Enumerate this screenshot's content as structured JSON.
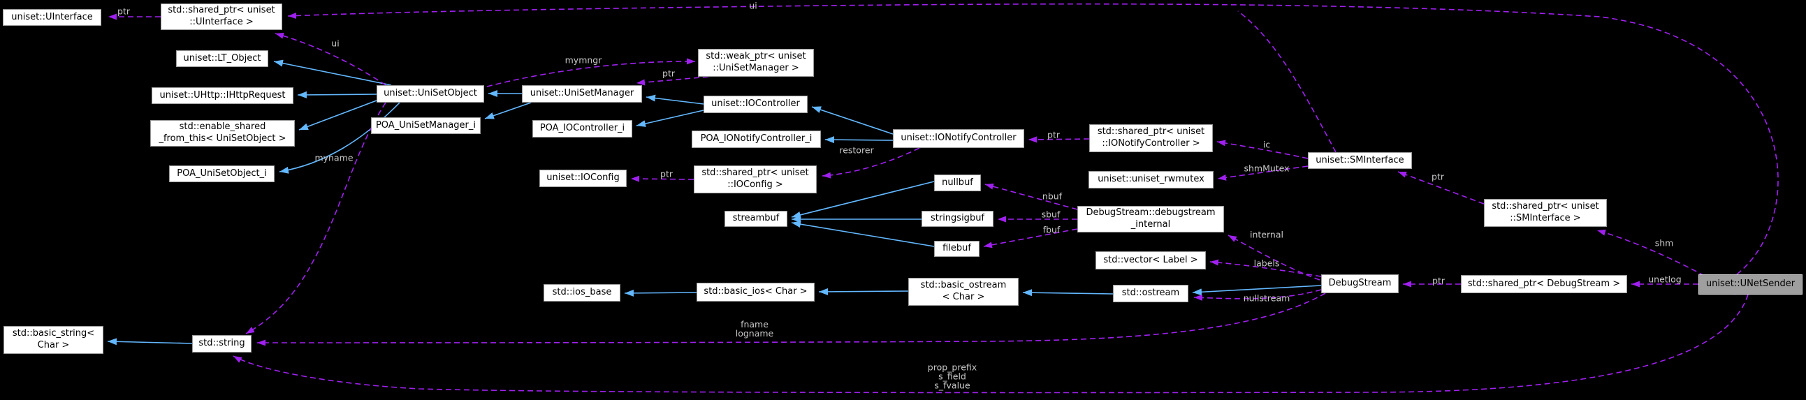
{
  "diagram": {
    "type": "doxygen-collaboration-graph",
    "highlight_node": "uniset::UNetSender",
    "colors": {
      "background": "#000000",
      "node_fill": "#ffffff",
      "node_border": "#9a9a9a",
      "node_text": "#000000",
      "highlight_fill": "#9f9f9f",
      "inheritance_arrow": "#63b8ff",
      "usage_arrow": "#a020f0",
      "edge_label_text": "#c8c8c8"
    },
    "nodes": [
      {
        "id": "uinterface",
        "label": "uniset::UInterface",
        "highlighted": false
      },
      {
        "id": "sp_uinterface",
        "label": "std::shared_ptr< uniset\n::UInterface >",
        "highlighted": false
      },
      {
        "id": "lt_object",
        "label": "uniset::LT_Object",
        "highlighted": false
      },
      {
        "id": "ihttprequest",
        "label": "uniset::UHttp::IHttpRequest",
        "highlighted": false
      },
      {
        "id": "enable_shared",
        "label": "std::enable_shared\n_from_this< UniSetObject >",
        "highlighted": false
      },
      {
        "id": "poa_unisetobject",
        "label": "POA_UniSetObject_i",
        "highlighted": false
      },
      {
        "id": "unisetobject",
        "label": "uniset::UniSetObject",
        "highlighted": false
      },
      {
        "id": "poa_unisetmanager",
        "label": "POA_UniSetManager_i",
        "highlighted": false
      },
      {
        "id": "unisetmanager",
        "label": "uniset::UniSetManager",
        "highlighted": false
      },
      {
        "id": "poa_iocontroller",
        "label": "POA_IOController_i",
        "highlighted": false
      },
      {
        "id": "iocontroller",
        "label": "uniset::IOController",
        "highlighted": false
      },
      {
        "id": "poa_ionotifycontroller",
        "label": "POA_IONotifyController_i",
        "highlighted": false
      },
      {
        "id": "ionotifycontroller",
        "label": "uniset::IONotifyController",
        "highlighted": false
      },
      {
        "id": "weak_unisetmanager",
        "label": "std::weak_ptr< uniset\n::UniSetManager >",
        "highlighted": false
      },
      {
        "id": "ioconfig",
        "label": "uniset::IOConfig",
        "highlighted": false
      },
      {
        "id": "sp_ioconfig",
        "label": "std::shared_ptr< uniset\n::IOConfig >",
        "highlighted": false
      },
      {
        "id": "sp_ionotifycontroller",
        "label": "std::shared_ptr< uniset\n::IONotifyController >",
        "highlighted": false
      },
      {
        "id": "rwmutex",
        "label": "uniset::uniset_rwmutex",
        "highlighted": false
      },
      {
        "id": "sminterface",
        "label": "uniset::SMInterface",
        "highlighted": false
      },
      {
        "id": "sp_sminterface",
        "label": "std::shared_ptr< uniset\n::SMInterface >",
        "highlighted": false
      },
      {
        "id": "nullbuf",
        "label": "nullbuf",
        "highlighted": false
      },
      {
        "id": "streambuf",
        "label": "streambuf",
        "highlighted": false
      },
      {
        "id": "stringsigbuf",
        "label": "stringsigbuf",
        "highlighted": false
      },
      {
        "id": "filebuf",
        "label": "filebuf",
        "highlighted": false
      },
      {
        "id": "debugstream_internal",
        "label": "DebugStream::debugstream\n_internal",
        "highlighted": false
      },
      {
        "id": "vector_label",
        "label": "std::vector< Label >",
        "highlighted": false
      },
      {
        "id": "ios_base",
        "label": "std::ios_base",
        "highlighted": false
      },
      {
        "id": "basic_ios",
        "label": "std::basic_ios< Char >",
        "highlighted": false
      },
      {
        "id": "basic_ostream",
        "label": "std::basic_ostream\n< Char >",
        "highlighted": false
      },
      {
        "id": "ostream",
        "label": "std::ostream",
        "highlighted": false
      },
      {
        "id": "debugstream",
        "label": "DebugStream",
        "highlighted": false
      },
      {
        "id": "sp_debugstream",
        "label": "std::shared_ptr< DebugStream >",
        "highlighted": false
      },
      {
        "id": "unetsender",
        "label": "uniset::UNetSender",
        "highlighted": true
      },
      {
        "id": "basic_string",
        "label": "std::basic_string<\nChar >",
        "highlighted": false
      },
      {
        "id": "string",
        "label": "std::string",
        "highlighted": false
      }
    ],
    "edge_labels": [
      {
        "id": "ptr1",
        "text": "ptr"
      },
      {
        "id": "ui_top",
        "text": "ui"
      },
      {
        "id": "ui2",
        "text": "ui"
      },
      {
        "id": "mymngr",
        "text": "mymngr"
      },
      {
        "id": "ptr_weak",
        "text": "ptr"
      },
      {
        "id": "ptr_iocfg",
        "text": "ptr"
      },
      {
        "id": "restorer",
        "text": "restorer"
      },
      {
        "id": "ptr_ionc",
        "text": "ptr"
      },
      {
        "id": "ic",
        "text": "ic"
      },
      {
        "id": "shmmutex",
        "text": "shmMutex"
      },
      {
        "id": "nbuf",
        "text": "nbuf"
      },
      {
        "id": "sbuf",
        "text": "sbuf"
      },
      {
        "id": "fbuf",
        "text": "fbuf"
      },
      {
        "id": "internal",
        "text": "internal"
      },
      {
        "id": "labels",
        "text": "labels"
      },
      {
        "id": "nullstream",
        "text": "nullstream"
      },
      {
        "id": "ptr_ds",
        "text": "ptr"
      },
      {
        "id": "unetlog",
        "text": "unetlog"
      },
      {
        "id": "ptr_smi",
        "text": "ptr"
      },
      {
        "id": "shm",
        "text": "shm"
      },
      {
        "id": "myname",
        "text": "myname"
      },
      {
        "id": "fname_logname",
        "text": "fname\nlogname"
      },
      {
        "id": "prop",
        "text": "prop_prefix\ns_field\ns_fvalue"
      }
    ]
  }
}
